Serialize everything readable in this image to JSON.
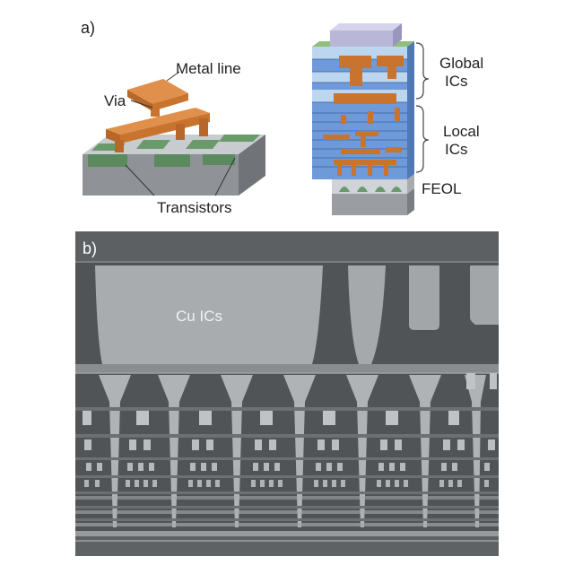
{
  "panel_a": {
    "label": "a)",
    "labels": {
      "metal_line": "Metal line",
      "via": "Via",
      "transistors": "Transistors",
      "global": "Global",
      "global_ics": "ICs",
      "local": "Local",
      "local_ics": "ICs",
      "feol": "FEOL"
    }
  },
  "panel_b": {
    "label": "b)",
    "cu_label": "Cu ICs"
  },
  "colors": {
    "copper": "#c8742e",
    "green": "#6a9a6a",
    "gray": "#9a9da2",
    "blue_layer": "#6f9ad9",
    "light_blue_layer": "#bcd6ef",
    "cap": "#b9b7d8",
    "sem_bg": "#505456"
  }
}
